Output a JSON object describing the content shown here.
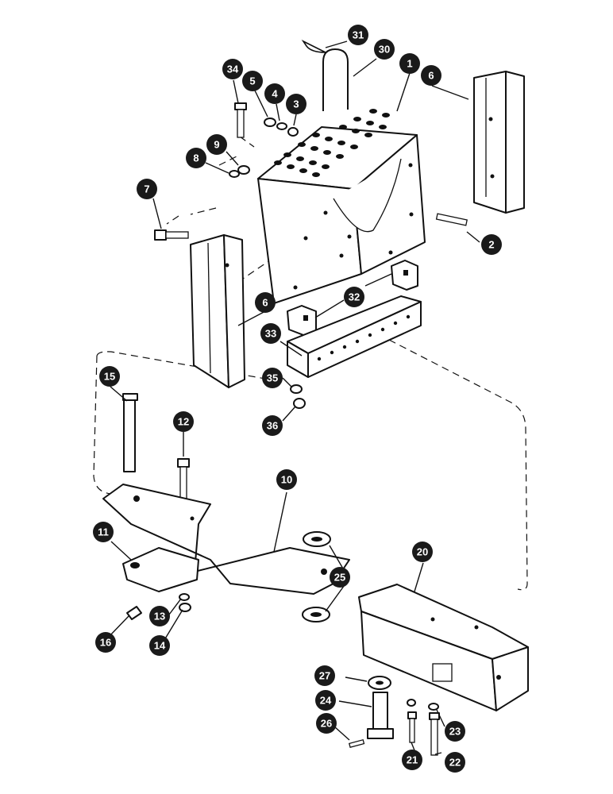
{
  "callouts": [
    {
      "id": "c1",
      "label": "1"
    },
    {
      "id": "c2",
      "label": "2"
    },
    {
      "id": "c3",
      "label": "3"
    },
    {
      "id": "c4",
      "label": "4"
    },
    {
      "id": "c5",
      "label": "5"
    },
    {
      "id": "c6a",
      "label": "6"
    },
    {
      "id": "c6b",
      "label": "6"
    },
    {
      "id": "c7",
      "label": "7"
    },
    {
      "id": "c8",
      "label": "8"
    },
    {
      "id": "c9",
      "label": "9"
    },
    {
      "id": "c10",
      "label": "10"
    },
    {
      "id": "c11",
      "label": "11"
    },
    {
      "id": "c12",
      "label": "12"
    },
    {
      "id": "c13",
      "label": "13"
    },
    {
      "id": "c14",
      "label": "14"
    },
    {
      "id": "c15",
      "label": "15"
    },
    {
      "id": "c16",
      "label": "16"
    },
    {
      "id": "c20",
      "label": "20"
    },
    {
      "id": "c21",
      "label": "21"
    },
    {
      "id": "c22",
      "label": "22"
    },
    {
      "id": "c23",
      "label": "23"
    },
    {
      "id": "c24",
      "label": "24"
    },
    {
      "id": "c25",
      "label": "25"
    },
    {
      "id": "c26",
      "label": "26"
    },
    {
      "id": "c27",
      "label": "27"
    },
    {
      "id": "c30",
      "label": "30"
    },
    {
      "id": "c31",
      "label": "31"
    },
    {
      "id": "c32",
      "label": "32"
    },
    {
      "id": "c33",
      "label": "33"
    },
    {
      "id": "c34",
      "label": "34"
    },
    {
      "id": "c35",
      "label": "35"
    },
    {
      "id": "c36",
      "label": "36"
    }
  ]
}
